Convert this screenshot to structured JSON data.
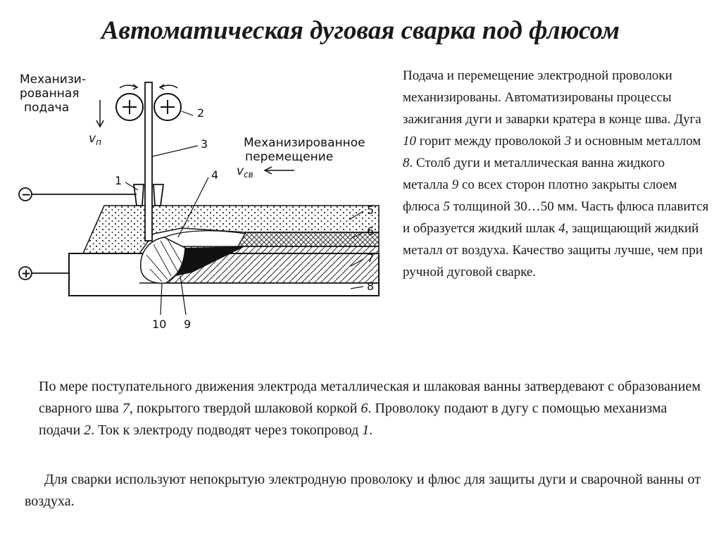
{
  "title": "Автоматическая дуговая сварка под флюсом",
  "diagram": {
    "label_feed": [
      "Механизи-",
      "рованная",
      "подача"
    ],
    "label_move": [
      "Механизированное",
      "перемещение"
    ],
    "v_feed": "v",
    "v_feed_sub": "п",
    "v_weld": "v",
    "v_weld_sub": "св",
    "minus": "−",
    "plus": "+",
    "numbers": [
      "1",
      "2",
      "3",
      "4",
      "5",
      "6",
      "7",
      "8",
      "9",
      "10"
    ]
  },
  "right_text": {
    "p1": "Подача и перемещение электродной проволоки механизированы. Автоматизированы процессы зажигания дуги и заварки кратера в конце шва. Дуга ",
    "n10": "10",
    "p2": " горит между проволокой ",
    "n3": "3",
    "p3": " и основным металлом ",
    "n8": "8",
    "p4": ". Столб дуги и металлическая ванна жидкого металла ",
    "n9": "9",
    "p5": " со всех сторон плотно закрыты слоем флюса ",
    "n5": "5",
    "p6": " толщиной 30…50 мм. Часть флюса плавится и образуется жидкий шлак ",
    "n4": "4",
    "p7": ", защищающий жидкий металл от воздуха. Качество защиты лучше, чем при ручной дуговой сварке."
  },
  "para1": {
    "a": "По мере поступательного движения электрода металлическая и шлаковая ванны затвердевают с образованием сварного шва ",
    "n7": "7",
    "b": ", покрытого твердой шлаковой коркой ",
    "n6": "6",
    "c": ". Проволоку подают в дугу с помощью механизма подачи ",
    "n2": "2",
    "d": ". Ток к электроду подводят через токопровод ",
    "n1": "1",
    "e": "."
  },
  "para2": "Для сварки используют непокрытую электродную проволоку и флюс для защиты дуги и сварочной ванны от воздуха."
}
